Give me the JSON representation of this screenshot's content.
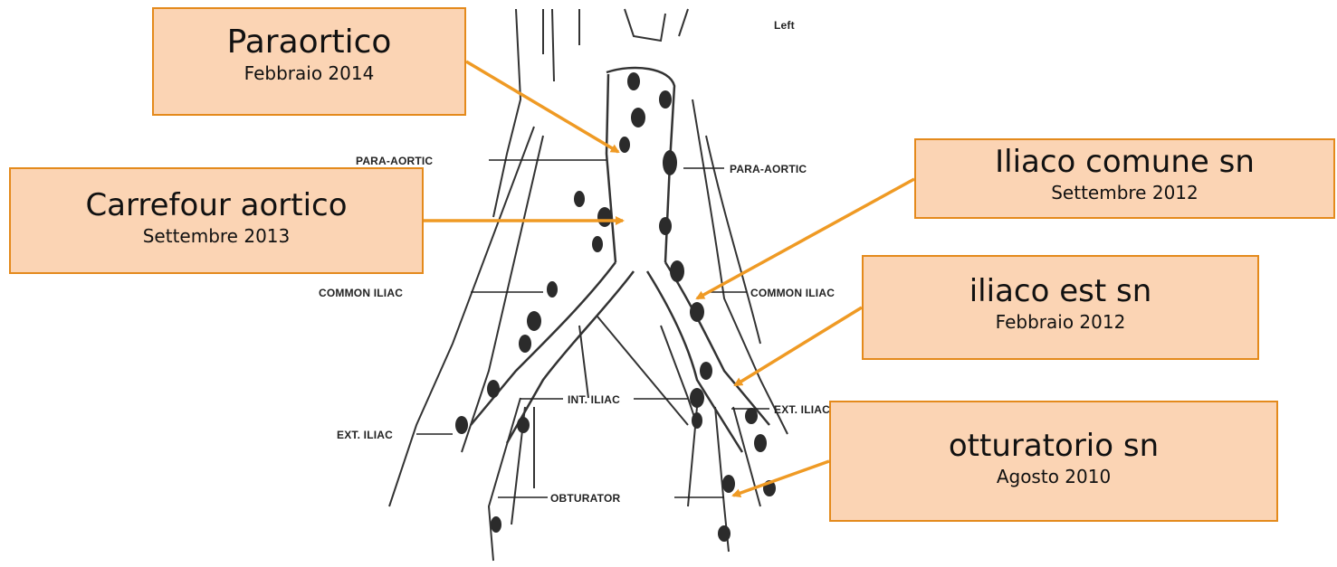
{
  "diagram": {
    "labels": {
      "left_marker": "Left",
      "para_aortic_left": "PARA-AORTIC",
      "para_aortic_right": "PARA-AORTIC",
      "common_iliac_left": "COMMON ILIAC",
      "common_iliac_right": "COMMON ILIAC",
      "int_iliac": "INT. ILIAC",
      "ext_iliac_left": "EXT. ILIAC",
      "ext_iliac_right": "EXT. ILIAC",
      "obturator": "OBTURATOR"
    }
  },
  "callouts": {
    "paraortico": {
      "name": "Paraortico",
      "date": "Febbraio 2014"
    },
    "carrefour": {
      "name": "Carrefour aortico",
      "date": "Settembre 2013"
    },
    "iliaco_comune": {
      "name": "Iliaco comune sn",
      "date": "Settembre 2012"
    },
    "iliaco_est": {
      "name": "iliaco est sn",
      "date": "Febbraio 2012"
    },
    "otturatorio": {
      "name": "otturatorio sn",
      "date": "Agosto 2010"
    }
  },
  "colors": {
    "callout_fill": "#fbd4b4",
    "callout_border": "#e48a1c",
    "arrow": "#ef9a24",
    "drawing": "#333333"
  }
}
